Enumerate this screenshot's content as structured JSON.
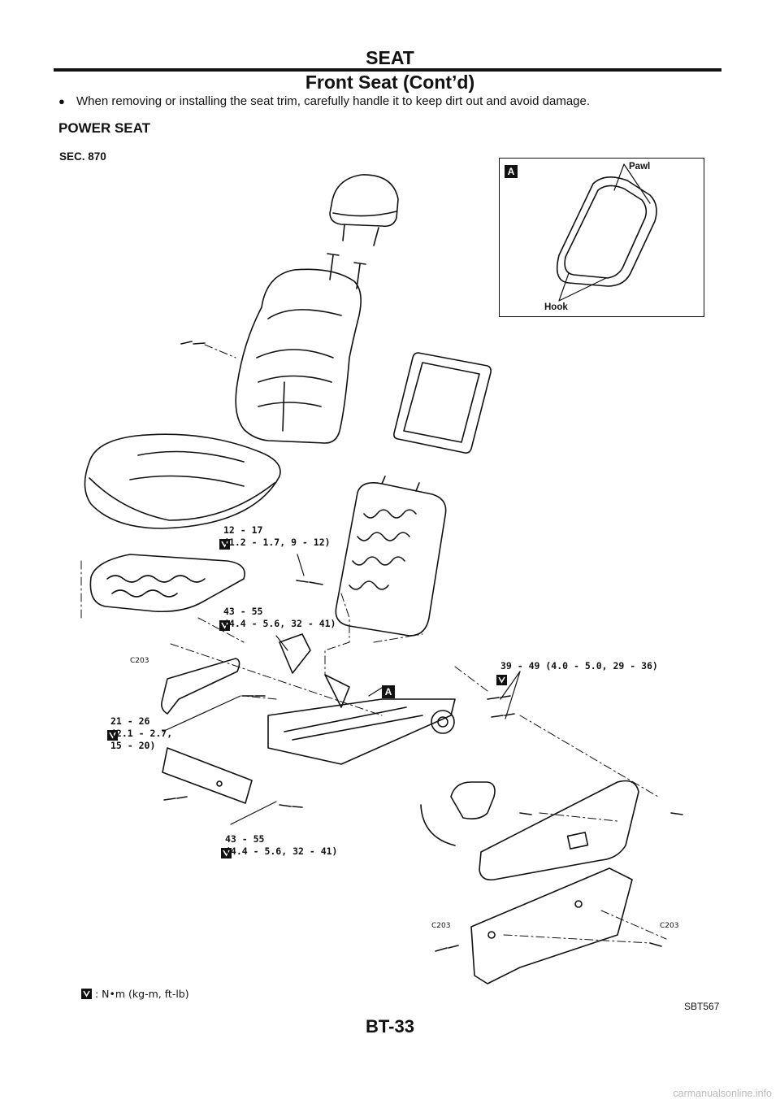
{
  "header": {
    "section": "SEAT",
    "title": "Front Seat (Cont’d)"
  },
  "note": {
    "bullet": "●",
    "text": "When removing or installing the seat trim, carefully handle it to keep dirt out and avoid damage."
  },
  "subhead": "POWER SEAT",
  "diagram": {
    "section_code": "SEC. 870",
    "inset": {
      "tag": "A",
      "pawl": "Pawl",
      "hook": "Hook"
    },
    "marker_tag": "A",
    "clip_code": "C203",
    "torques": {
      "t1": "12 - 17\n(1.2 - 1.7, 9 - 12)",
      "t2": "43 - 55\n(4.4 - 5.6, 32 - 41)",
      "t3": "39 - 49 (4.0 - 5.0, 29 - 36)",
      "t4": "21 - 26\n(2.1 - 2.7,\n15 - 20)",
      "t5": "43 - 55\n(4.4 - 5.6, 32 - 41)"
    },
    "legend": ": N•m (kg-m, ft-lb)",
    "figure_code": "SBT567"
  },
  "page_number": "BT-33",
  "footer": "carmanualsonline.info",
  "colors": {
    "ink": "#111111",
    "footer": "#bbbbbb"
  }
}
